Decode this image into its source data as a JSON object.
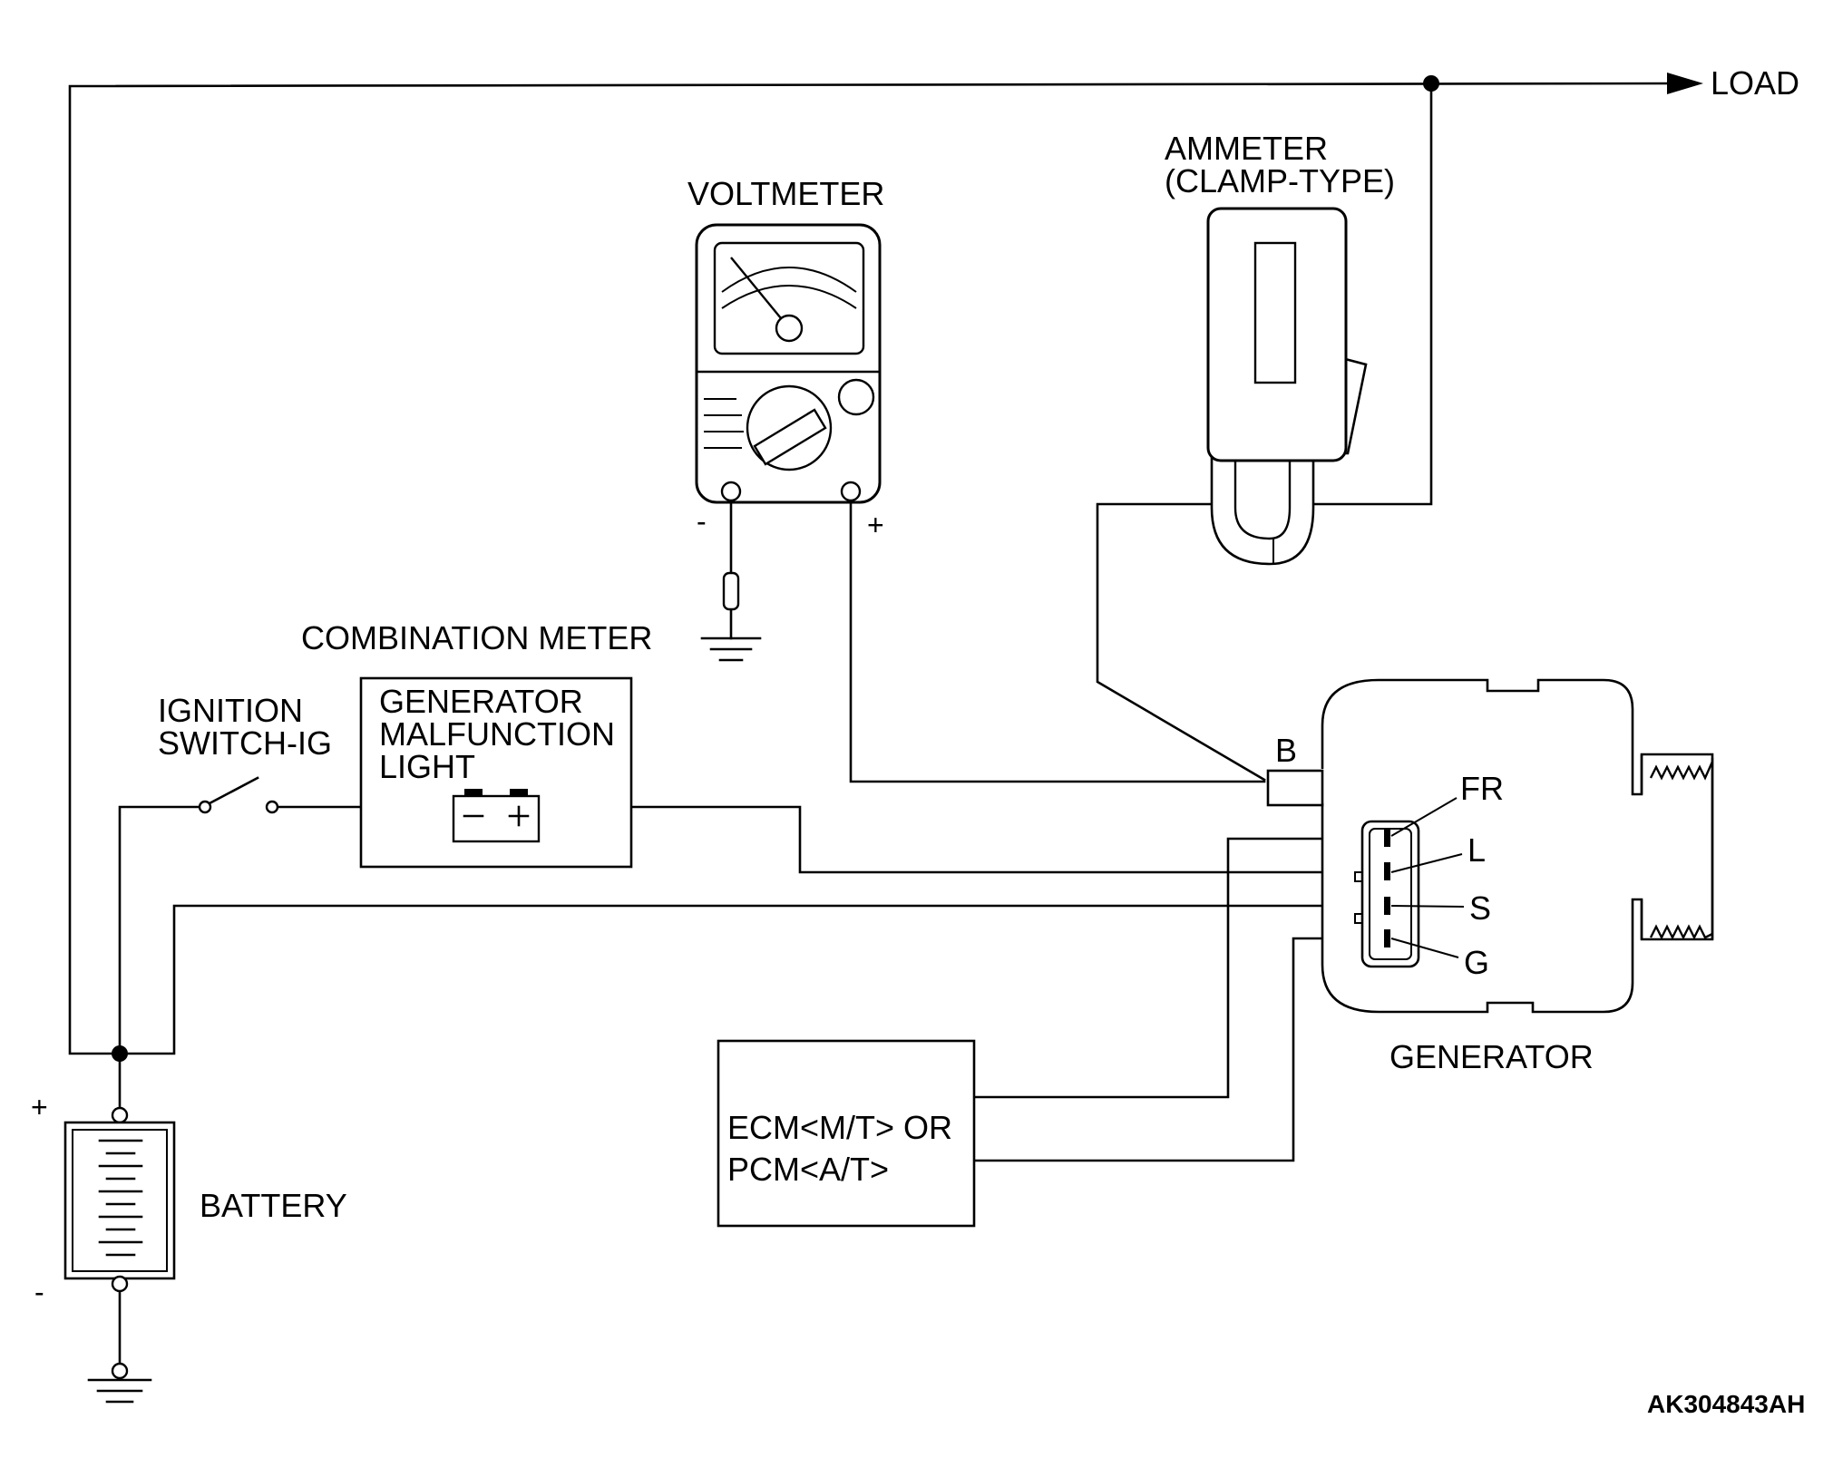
{
  "labels": {
    "load": "LOAD",
    "voltmeter": "VOLTMETER",
    "ammeter_line1": "AMMETER",
    "ammeter_line2": "(CLAMP-TYPE)",
    "combination_meter": "COMBINATION METER",
    "malfunction_light_line1": "GENERATOR",
    "malfunction_light_line2": "MALFUNCTION",
    "malfunction_light_line3": "LIGHT",
    "ignition_line1": "IGNITION",
    "ignition_line2": "SWITCH-IG",
    "battery": "BATTERY",
    "generator": "GENERATOR",
    "ecm_line1": "ECM<M/T> OR",
    "ecm_line2": "PCM<A/T>",
    "terminal_b": "B",
    "terminal_fr": "FR",
    "terminal_l": "L",
    "terminal_s": "S",
    "terminal_g": "G",
    "voltmeter_minus": "-",
    "voltmeter_plus": "+",
    "battery_plus": "+",
    "battery_minus": "-",
    "figure_code": "AK304843AH"
  }
}
